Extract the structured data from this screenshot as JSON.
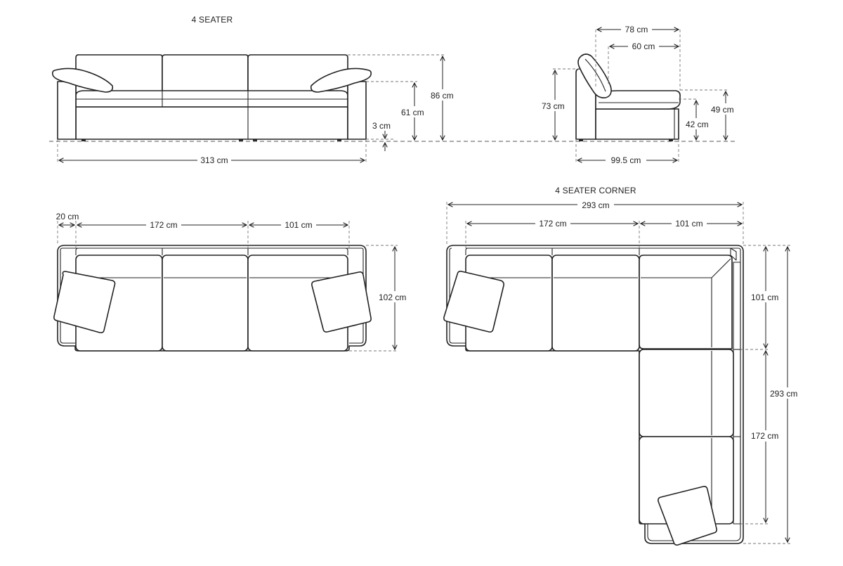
{
  "titles": {
    "four_seater": "4 SEATER",
    "four_seater_corner": "4 SEATER CORNER"
  },
  "dimensions": {
    "front_overall_height": "86 cm",
    "front_arm_height": "61 cm",
    "front_leg_height": "3 cm",
    "front_overall_width": "313 cm",
    "side_depth_top": "78 cm",
    "side_seat_depth": "60 cm",
    "side_back_height": "73 cm",
    "side_arm_height": "49 cm",
    "side_seat_height": "42 cm",
    "side_overall_depth": "99.5 cm",
    "top_arm_width": "20 cm",
    "top_module_wide": "172 cm",
    "top_module_narrow": "101 cm",
    "top_depth": "102 cm",
    "corner_overall_width": "293 cm",
    "corner_module_wide": "172 cm",
    "corner_module_narrow": "101 cm",
    "corner_right_upper": "101 cm",
    "corner_right_lower": "172 cm",
    "corner_overall_length": "293 cm"
  }
}
